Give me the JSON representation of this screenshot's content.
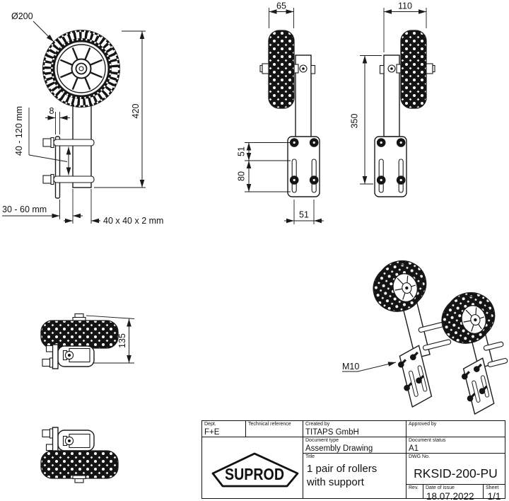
{
  "drawing": {
    "front_view": {
      "dia": "Ø200",
      "height": "420",
      "plate_thickness": "8",
      "clamp_height_range": "40 - 120 mm",
      "clamp_width_range": "30 - 60 mm",
      "tube_size": "40 x 40 x 2 mm"
    },
    "side_view_left": {
      "wheel_width": "65",
      "hole_offset": "51",
      "slot_span": "80",
      "hole_spacing": "51"
    },
    "side_view_right": {
      "overall_width": "110",
      "support_height": "350"
    },
    "folded_view": {
      "folded_height": "135"
    },
    "iso_view": {
      "bolt_label": "M10"
    }
  },
  "title_block": {
    "dept": {
      "label": "Dept.",
      "value": "F+E"
    },
    "technical_reference": {
      "label": "Technical reference",
      "value": ""
    },
    "created_by": {
      "label": "Created by",
      "value": "TITAPS GmbH"
    },
    "approved_by": {
      "label": "Approved by",
      "value": ""
    },
    "document_type": {
      "label": "Document type",
      "value": "Assembly Drawing"
    },
    "document_status": {
      "label": "Document status",
      "value": "A1"
    },
    "title": {
      "label": "Title",
      "line1": "1 pair of rollers",
      "line2": "with support"
    },
    "dwg_no": {
      "label": "DWG No.",
      "value": "RKSID-200-PU"
    },
    "rev": {
      "label": "Rev.",
      "value": ""
    },
    "date_of_issue": {
      "label": "Date of issue",
      "value": "18.07.2022"
    },
    "sheet": {
      "label": "Sheet",
      "value": "1/1"
    },
    "logo_text": "SUPROD"
  }
}
